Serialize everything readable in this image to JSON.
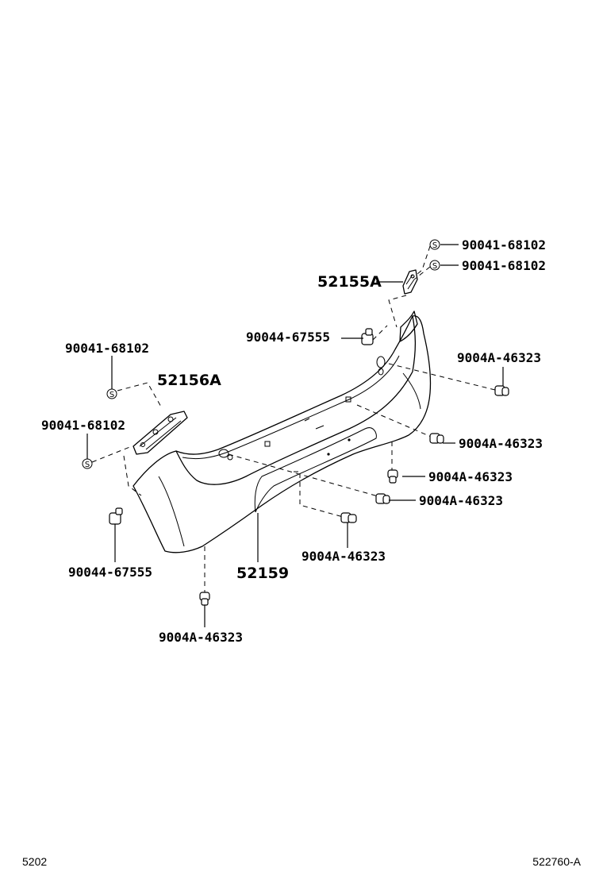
{
  "footer": {
    "left": "5202",
    "right": "522760-A"
  },
  "screw_symbol": "S",
  "labels": {
    "p_90041_a": "90041-68102",
    "p_90041_b": "90041-68102",
    "p_52155A": "52155A",
    "p_90044_top": "90044-67555",
    "p_9004A_r1": "9004A-46323",
    "p_90041_c": "90041-68102",
    "p_52156A": "52156A",
    "p_90041_d": "90041-68102",
    "p_9004A_r2": "9004A-46323",
    "p_9004A_r3": "9004A-46323",
    "p_9004A_r4": "9004A-46323",
    "p_90044_bot": "90044-67555",
    "p_52159": "52159",
    "p_9004A_c": "9004A-46323",
    "p_9004A_b": "9004A-46323"
  }
}
